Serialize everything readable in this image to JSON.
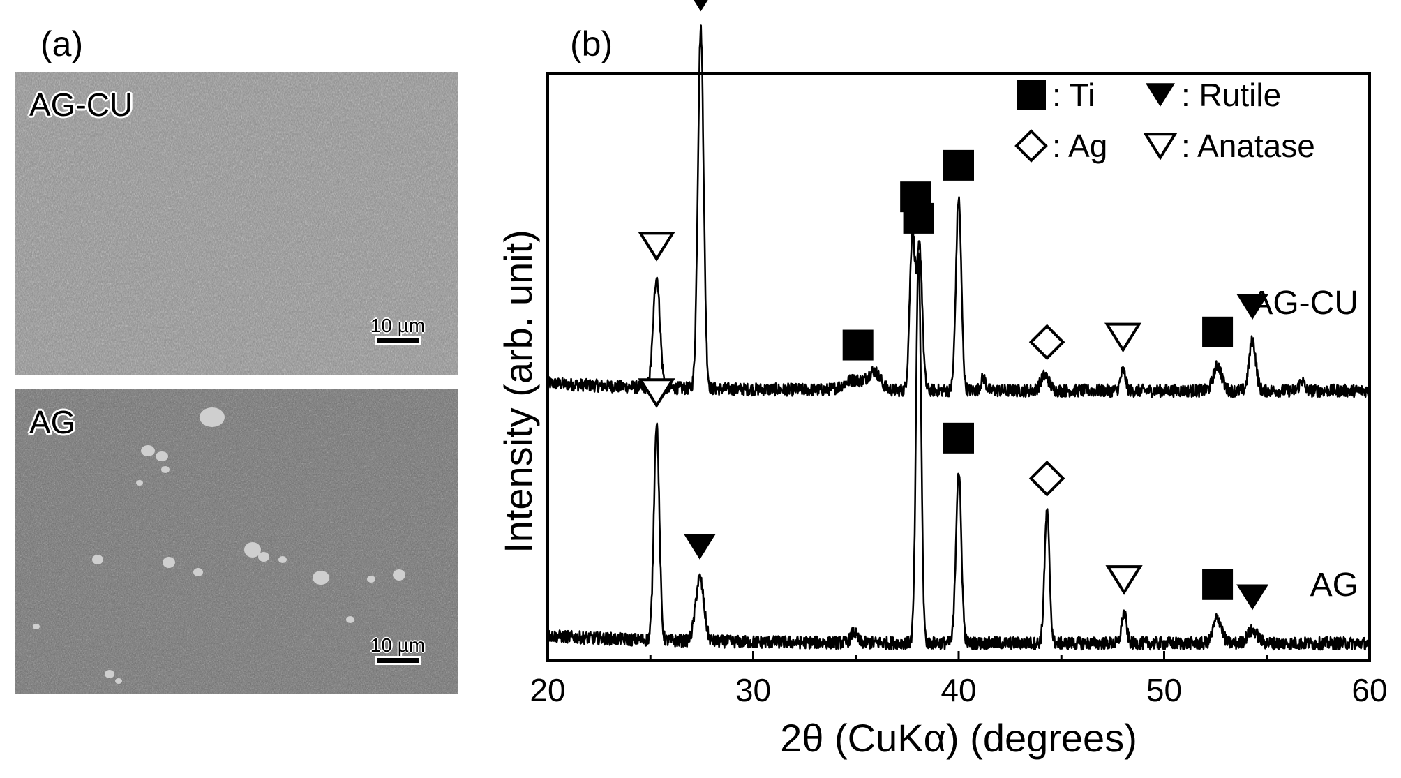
{
  "panels": {
    "a_label": "(a)",
    "b_label": "(b)"
  },
  "sem_images": [
    {
      "label": "AG-CU",
      "scale_bar": "10 µm",
      "particles": false
    },
    {
      "label": "AG",
      "scale_bar": "10 µm",
      "particles": true
    }
  ],
  "chart_data": {
    "type": "line",
    "title": "",
    "xlabel": "2θ (CuKα) (degrees)",
    "ylabel": "Intensity (arb. unit)",
    "xlim": [
      20,
      60
    ],
    "xticks": [
      20,
      30,
      40,
      50,
      60
    ],
    "y_ticks_shown": false,
    "grid": false,
    "series": [
      {
        "name": "AG-CU",
        "baseline": 1.0,
        "peaks": [
          {
            "x": 25.3,
            "h": 0.44,
            "w": 0.16
          },
          {
            "x": 27.45,
            "h": 1.42,
            "w": 0.14
          },
          {
            "x": 34.9,
            "h": 0.04,
            "w": 0.5
          },
          {
            "x": 35.9,
            "h": 0.07,
            "w": 0.3
          },
          {
            "x": 37.75,
            "h": 0.62,
            "w": 0.13
          },
          {
            "x": 38.1,
            "h": 0.56,
            "w": 0.13
          },
          {
            "x": 40.0,
            "h": 0.76,
            "w": 0.13
          },
          {
            "x": 41.2,
            "h": 0.05,
            "w": 0.12
          },
          {
            "x": 44.2,
            "h": 0.06,
            "w": 0.2
          },
          {
            "x": 48.0,
            "h": 0.08,
            "w": 0.12
          },
          {
            "x": 52.6,
            "h": 0.1,
            "w": 0.2
          },
          {
            "x": 54.3,
            "h": 0.2,
            "w": 0.16
          },
          {
            "x": 56.7,
            "h": 0.04,
            "w": 0.12
          }
        ]
      },
      {
        "name": "AG",
        "baseline": 0.0,
        "peaks": [
          {
            "x": 25.3,
            "h": 0.86,
            "w": 0.13
          },
          {
            "x": 27.4,
            "h": 0.25,
            "w": 0.2
          },
          {
            "x": 34.9,
            "h": 0.04,
            "w": 0.15
          },
          {
            "x": 38.05,
            "h": 1.55,
            "w": 0.12
          },
          {
            "x": 40.0,
            "h": 0.68,
            "w": 0.13
          },
          {
            "x": 44.3,
            "h": 0.52,
            "w": 0.12
          },
          {
            "x": 48.05,
            "h": 0.12,
            "w": 0.12
          },
          {
            "x": 52.6,
            "h": 0.1,
            "w": 0.2
          },
          {
            "x": 54.3,
            "h": 0.05,
            "w": 0.25
          }
        ]
      }
    ],
    "series_labels": [
      {
        "text": "AG-CU",
        "series": 0
      },
      {
        "text": "AG",
        "series": 1
      }
    ],
    "legend": {
      "position": "top-right",
      "entries": [
        {
          "marker": "filled-square",
          "label": ": Ti"
        },
        {
          "marker": "filled-triangle-down",
          "label": ": Rutile"
        },
        {
          "marker": "open-diamond",
          "label": ": Ag"
        },
        {
          "marker": "open-triangle-down",
          "label": ": Anatase"
        }
      ]
    },
    "phase_markers": [
      {
        "series": 0,
        "x": 25.3,
        "phase": "Anatase",
        "marker": "open-triangle-down"
      },
      {
        "series": 0,
        "x": 27.45,
        "phase": "Rutile",
        "marker": "filled-triangle-down"
      },
      {
        "series": 0,
        "x": 35.1,
        "phase": "Ti",
        "marker": "filled-square"
      },
      {
        "series": 0,
        "x": 37.9,
        "phase": "Ti",
        "marker": "filled-square"
      },
      {
        "series": 0,
        "x": 40.0,
        "phase": "Ti",
        "marker": "filled-square"
      },
      {
        "series": 0,
        "x": 44.3,
        "phase": "Ag",
        "marker": "open-diamond"
      },
      {
        "series": 0,
        "x": 48.0,
        "phase": "Anatase",
        "marker": "open-triangle-down"
      },
      {
        "series": 0,
        "x": 52.6,
        "phase": "Ti",
        "marker": "filled-square"
      },
      {
        "series": 0,
        "x": 54.3,
        "phase": "Rutile",
        "marker": "filled-triangle-down"
      },
      {
        "series": 1,
        "x": 25.3,
        "phase": "Anatase",
        "marker": "open-triangle-down"
      },
      {
        "series": 1,
        "x": 27.4,
        "phase": "Rutile",
        "marker": "filled-triangle-down"
      },
      {
        "series": 1,
        "x": 38.05,
        "phase": "Ti",
        "marker": "filled-square"
      },
      {
        "series": 1,
        "x": 40.0,
        "phase": "Ti",
        "marker": "filled-square"
      },
      {
        "series": 1,
        "x": 44.3,
        "phase": "Ag",
        "marker": "open-diamond"
      },
      {
        "series": 1,
        "x": 48.05,
        "phase": "Anatase",
        "marker": "open-triangle-down"
      },
      {
        "series": 1,
        "x": 52.6,
        "phase": "Ti",
        "marker": "filled-square"
      },
      {
        "series": 1,
        "x": 54.3,
        "phase": "Rutile",
        "marker": "filled-triangle-down"
      }
    ]
  }
}
